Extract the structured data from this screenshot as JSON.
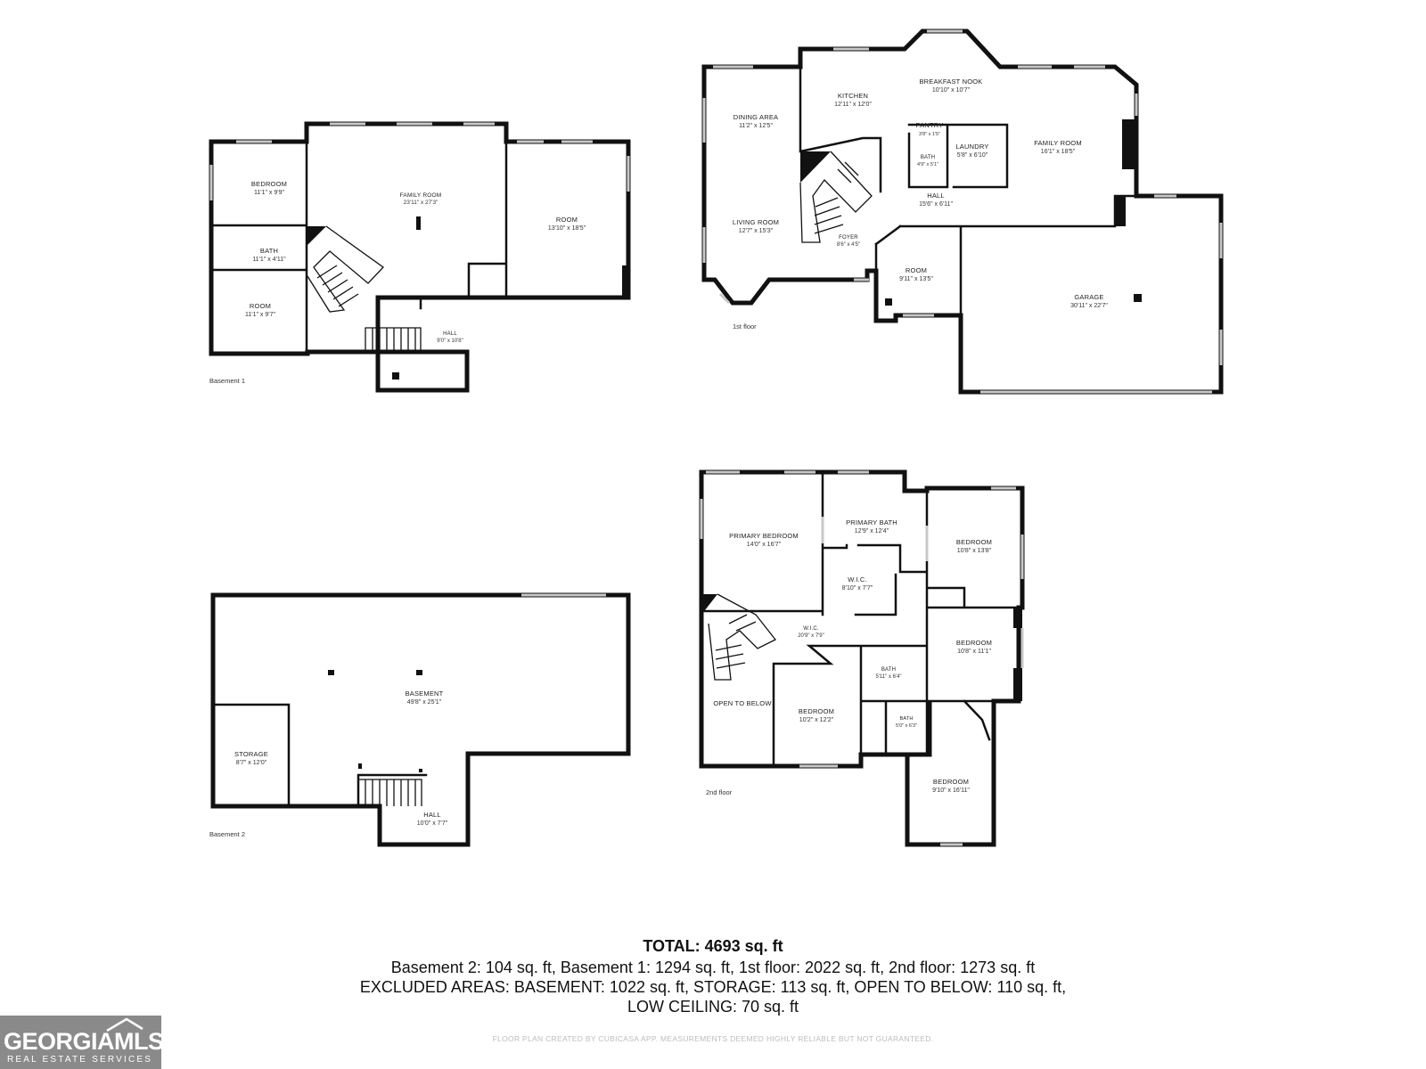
{
  "floors": {
    "basement1": {
      "label": "Basement 1",
      "rooms": [
        {
          "name": "BEDROOM",
          "dims": "11'1\" x 9'9\""
        },
        {
          "name": "BATH",
          "dims": "11'1\" x 4'11\""
        },
        {
          "name": "ROOM",
          "dims": "11'1\" x 9'7\""
        },
        {
          "name": "FAMILY ROOM",
          "dims": "23'11\" x 27'3\""
        },
        {
          "name": "ROOM",
          "dims": "13'10\" x 18'5\""
        },
        {
          "name": "HALL",
          "dims": "9'0\" x 10'8\""
        }
      ]
    },
    "first": {
      "label": "1st floor",
      "rooms": [
        {
          "name": "DINING AREA",
          "dims": "11'2\" x 12'5\""
        },
        {
          "name": "KITCHEN",
          "dims": "12'11\" x 12'0\""
        },
        {
          "name": "BREAKFAST NOOK",
          "dims": "10'10\" x 10'7\""
        },
        {
          "name": "PANTRY",
          "dims": "3'8\" x 1'5\""
        },
        {
          "name": "BATH",
          "dims": "4'9\" x 5'1\""
        },
        {
          "name": "LAUNDRY",
          "dims": "5'8\" x 6'10\""
        },
        {
          "name": "FAMILY ROOM",
          "dims": "16'1\" x 18'5\""
        },
        {
          "name": "HALL",
          "dims": "15'6\" x 6'11\""
        },
        {
          "name": "LIVING ROOM",
          "dims": "12'7\" x 15'3\""
        },
        {
          "name": "FOYER",
          "dims": "8'6\" x 4'5\""
        },
        {
          "name": "ROOM",
          "dims": "9'11\" x 13'5\""
        },
        {
          "name": "GARAGE",
          "dims": "30'11\" x 22'7\""
        }
      ]
    },
    "basement2": {
      "label": "Basement 2",
      "rooms": [
        {
          "name": "BASEMENT",
          "dims": "49'8\" x 25'1\""
        },
        {
          "name": "STORAGE",
          "dims": "8'7\" x 12'0\""
        },
        {
          "name": "HALL",
          "dims": "10'0\" x 7'7\""
        }
      ]
    },
    "second": {
      "label": "2nd floor",
      "rooms": [
        {
          "name": "PRIMARY BEDROOM",
          "dims": "14'0\" x 16'7\""
        },
        {
          "name": "PRIMARY BATH",
          "dims": "12'9\" x 12'4\""
        },
        {
          "name": "W.I.C.",
          "dims": "8'10\" x 7'7\""
        },
        {
          "name": "BEDROOM",
          "dims": "10'8\" x 13'8\""
        },
        {
          "name": "W.I.C.",
          "dims": "20'9\" x 7'9\""
        },
        {
          "name": "BEDROOM",
          "dims": "10'8\" x 11'1\""
        },
        {
          "name": "BATH",
          "dims": "5'11\" x 6'4\""
        },
        {
          "name": "OPEN TO BELOW",
          "dims": ""
        },
        {
          "name": "BEDROOM",
          "dims": "10'2\" x 12'2\""
        },
        {
          "name": "BATH",
          "dims": "5'0\" x 6'3\""
        },
        {
          "name": "BEDROOM",
          "dims": "9'10\" x 16'11\""
        }
      ]
    }
  },
  "summary": {
    "total": "TOTAL: 4693 sq. ft",
    "line1": "Basement 2: 104 sq. ft, Basement 1: 1294 sq. ft, 1st floor: 2022 sq. ft, 2nd floor: 1273 sq. ft",
    "line2": "EXCLUDED AREAS: BASEMENT: 1022 sq. ft, STORAGE: 113 sq. ft, OPEN TO BELOW: 110 sq. ft,",
    "line3": "LOW CEILING: 70 sq. ft"
  },
  "credit": "FLOOR PLAN CREATED BY CUBICASA APP. MEASUREMENTS DEEMED HIGHLY RELIABLE BUT NOT GUARANTEED.",
  "logo": {
    "text": "GEORGIAMLS",
    "subtext": "REAL ESTATE SERVICES",
    "background": "#8a8a8a"
  },
  "colors": {
    "wall": "#111111",
    "window": "#c8c8c8"
  }
}
